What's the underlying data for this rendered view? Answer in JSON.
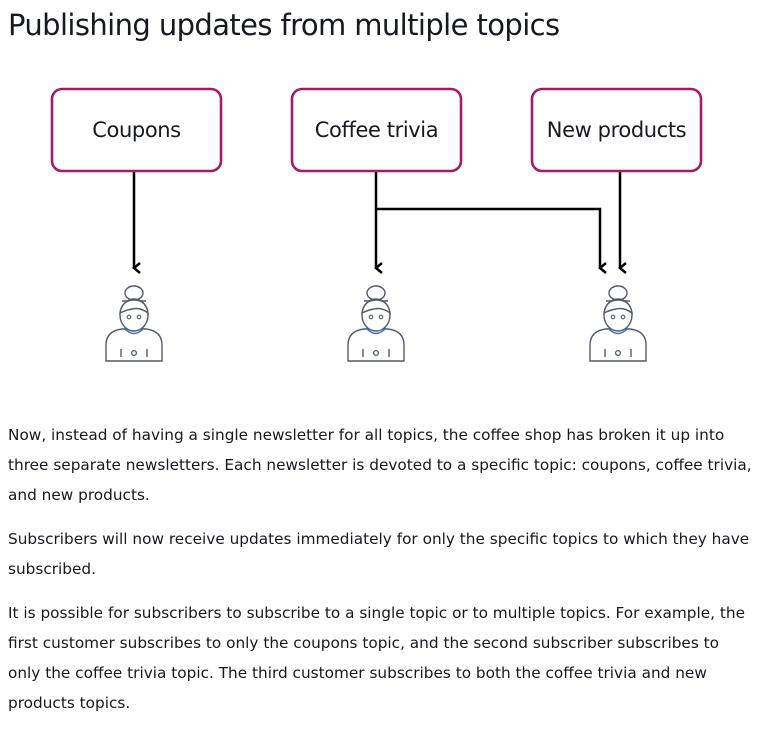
{
  "title": "Publishing updates from multiple topics",
  "diagram": {
    "topics": [
      {
        "label": "Coupons"
      },
      {
        "label": "Coffee trivia"
      },
      {
        "label": "New products"
      }
    ],
    "subscribers": [
      {
        "subscribed_topics": [
          "Coupons"
        ]
      },
      {
        "subscribed_topics": [
          "Coffee trivia"
        ]
      },
      {
        "subscribed_topics": [
          "Coffee trivia",
          "New products"
        ]
      }
    ],
    "colors": {
      "box_border": "#a7196c",
      "arrow": "#000000",
      "person_line": "#545b64",
      "person_accent": "#3b73c4"
    }
  },
  "paragraphs": [
    "Now, instead of having a single newsletter for all topics, the coffee shop has broken it up into three separate newsletters. Each newsletter is devoted to a specific topic: coupons, coffee trivia, and new products.",
    "Subscribers will now receive updates immediately for only the specific topics to which they have subscribed.",
    "It is possible for subscribers to subscribe to a single topic or to multiple topics. For example, the first customer subscribes to only the coupons topic, and the second subscriber subscribes to only the coffee trivia topic. The third customer subscribes to both the coffee trivia and new products topics."
  ]
}
